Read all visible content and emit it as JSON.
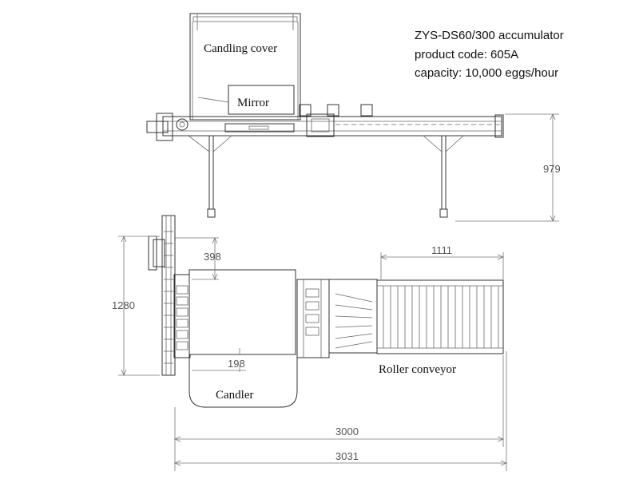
{
  "info": {
    "model": "ZYS-DS60/300 accumulator",
    "product_code": "product code: 605A",
    "capacity": "capacity: 10,000 eggs/hour"
  },
  "labels": {
    "candling_cover": "Candling cover",
    "mirror": "Mirror",
    "candler": "Candler",
    "roller_conveyor": "Roller conveyor"
  },
  "dimensions": {
    "height": "979",
    "width_top": "1280",
    "gap_398": "398",
    "gap_198": "198",
    "roller_length": "1111",
    "length_3000": "3000",
    "length_3031": "3031"
  }
}
